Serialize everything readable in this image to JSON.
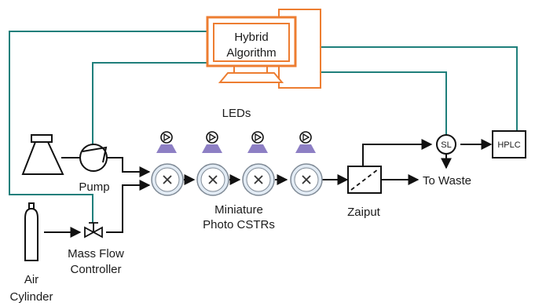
{
  "computer": {
    "line1": "Hybrid",
    "line2": "Algorithm"
  },
  "labels": {
    "leds": "LEDs",
    "pump": "Pump",
    "reactors_line1": "Miniature",
    "reactors_line2": "Photo CSTRs",
    "separator": "Zaiput",
    "waste": "To Waste",
    "sample_loop": "SL",
    "hplc": "HPLC",
    "mfc_line1": "Mass Flow",
    "mfc_line2": "Controller",
    "air_line1": "Air",
    "air_line2": "Cylinder"
  },
  "colors": {
    "computer": "#ED7D31",
    "signal": "#1F7F7B",
    "flow": "#111111",
    "led": "#8D7FC4",
    "reactor_fill": "#E2EBF4"
  },
  "icons": [
    "monitor-icon",
    "flask-icon",
    "pump-icon",
    "led-icon",
    "reactor-icon",
    "membrane-separator-icon",
    "sample-loop-icon",
    "gas-cylinder-icon",
    "valve-icon"
  ]
}
